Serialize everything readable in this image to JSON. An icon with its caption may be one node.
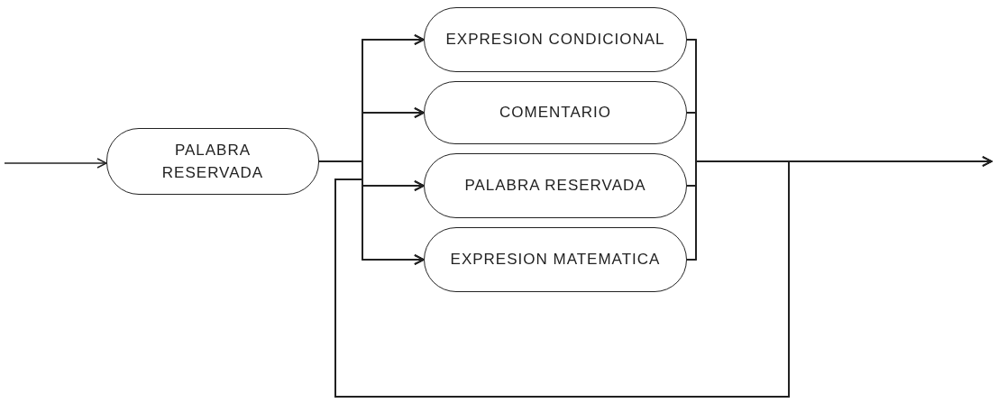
{
  "diagram": {
    "nodes": [
      {
        "text": [
          "PALABRA RESERVADA"
        ]
      },
      {
        "text": [
          "EXPRESION CONDICIONAL"
        ]
      },
      {
        "text": [
          "COMENTARIO"
        ]
      },
      {
        "text": [
          "PALABRA RESERVADA"
        ]
      },
      {
        "text": [
          "EXPRESION MATEMATICA"
        ]
      }
    ],
    "edges": [
      {
        "from": null,
        "to": 0,
        "arrow": "to"
      },
      {
        "from": 0,
        "to": 1,
        "arrow": "to"
      },
      {
        "from": 0,
        "to": 2,
        "arrow": "to"
      },
      {
        "from": 0,
        "to": 3,
        "arrow": "to"
      },
      {
        "from": 0,
        "to": 4,
        "arrow": "to"
      },
      {
        "from": 1,
        "to": null,
        "arrow": "to"
      },
      {
        "from": 2,
        "to": null,
        "arrow": "to"
      },
      {
        "from": 3,
        "to": null,
        "arrow": "to"
      },
      {
        "from": 4,
        "to": null,
        "arrow": "to"
      },
      {
        "from": 1,
        "to": 1,
        "arrow": "to"
      },
      {
        "from": 1,
        "to": 2,
        "arrow": "to"
      },
      {
        "from": 1,
        "to": 3,
        "arrow": "to"
      },
      {
        "from": 1,
        "to": 4,
        "arrow": "to"
      },
      {
        "from": 2,
        "to": 1,
        "arrow": "to"
      },
      {
        "from": 2,
        "to": 2,
        "arrow": "to"
      },
      {
        "from": 2,
        "to": 3,
        "arrow": "to"
      },
      {
        "from": 2,
        "to": 4,
        "arrow": "to"
      },
      {
        "from": 3,
        "to": 1,
        "arrow": "to"
      },
      {
        "from": 3,
        "to": 2,
        "arrow": "to"
      },
      {
        "from": 3,
        "to": 3,
        "arrow": "to"
      },
      {
        "from": 3,
        "to": 4,
        "arrow": "to"
      },
      {
        "from": 4,
        "to": 1,
        "arrow": "to"
      },
      {
        "from": 4,
        "to": 2,
        "arrow": "to"
      },
      {
        "from": 4,
        "to": 3,
        "arrow": "to"
      },
      {
        "from": 4,
        "to": 4,
        "arrow": "to"
      }
    ]
  }
}
